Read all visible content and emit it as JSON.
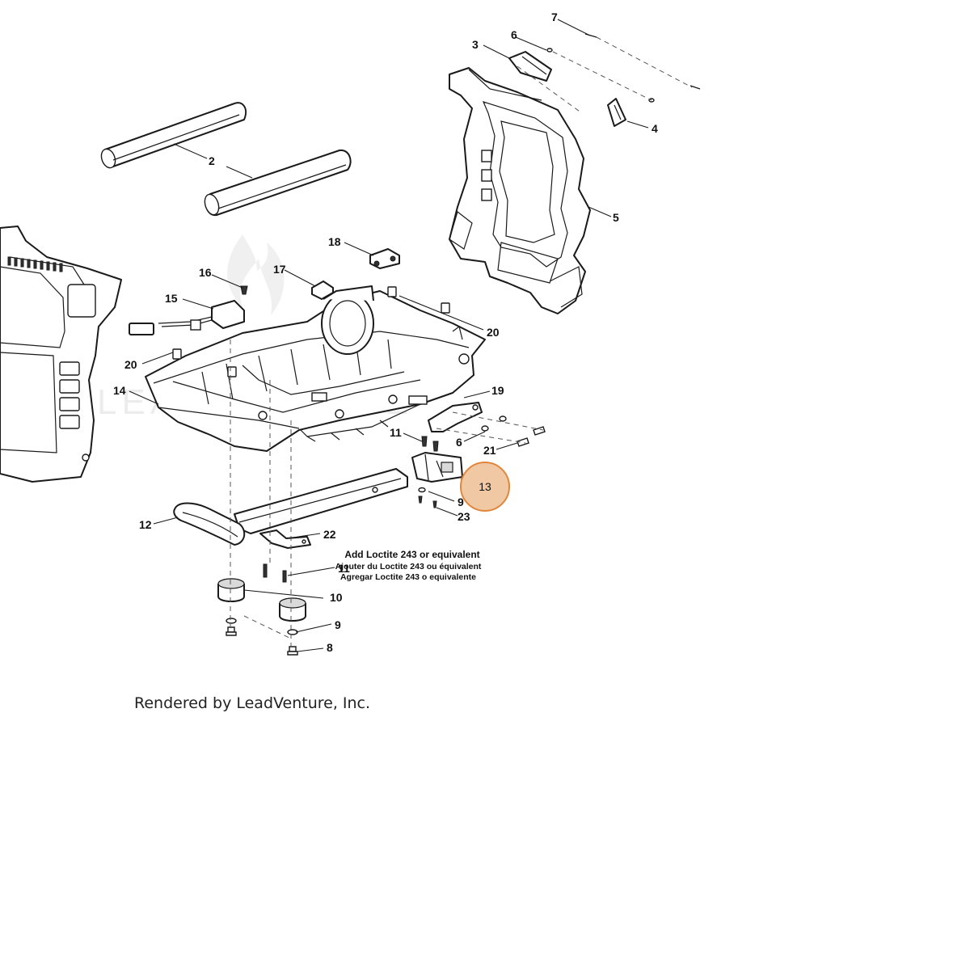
{
  "diagram": {
    "callouts": {
      "c1": "2",
      "c2": "3",
      "c3": "4",
      "c4": "5",
      "c5": "6",
      "c6": "6",
      "c7": "7",
      "c8": "8",
      "c9": "9",
      "c10": "9",
      "c11": "10",
      "c12": "11",
      "c13": "11",
      "c14": "12",
      "c15": "14",
      "c16": "15",
      "c17": "16",
      "c18": "17",
      "c19": "18",
      "c20": "19",
      "c21": "20",
      "c22": "20",
      "c23": "21",
      "c24": "22",
      "c25": "23"
    },
    "highlighted_callout": "13",
    "highlight_color": "#f0c8a4",
    "highlight_border": "#e0873c",
    "note_lines": [
      "Add Loctite 243 or equivalent",
      "Ajouter du Loctite 243 ou équivalent",
      "Agregar Loctite 243 o equivalente"
    ],
    "watermark_text": "LEADVENTURE",
    "credit": "Rendered by LeadVenture, Inc."
  }
}
